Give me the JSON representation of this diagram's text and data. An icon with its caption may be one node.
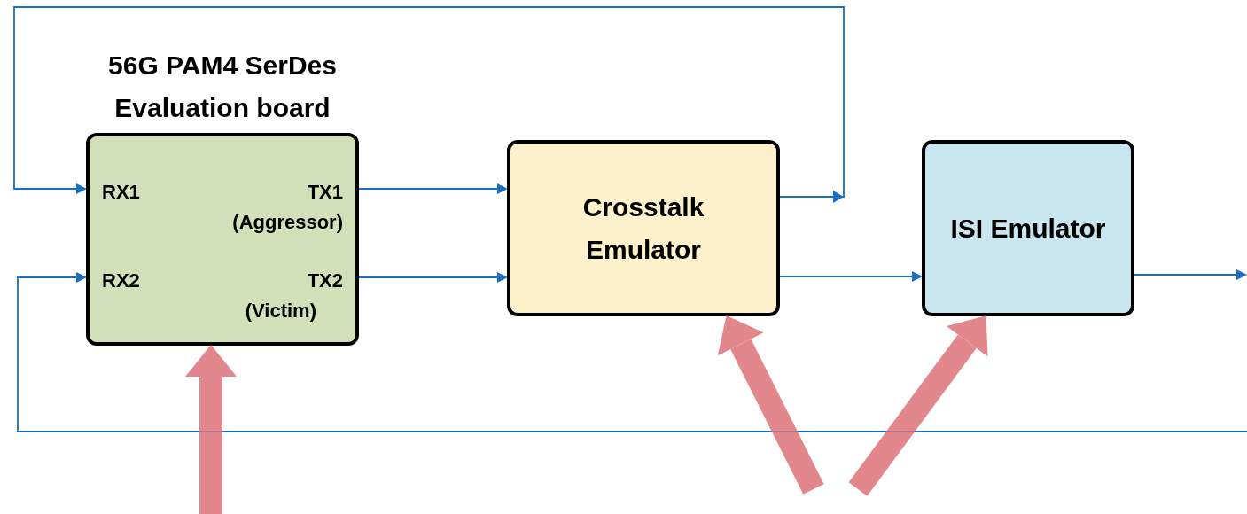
{
  "diagram": {
    "nodes": [
      {
        "text": [
          "56G PAM4 SerDes Evaluation board"
        ]
      },
      {
        "text": [
          "RX1"
        ],
        "in": 0
      },
      {
        "text": [
          "TX1",
          "(Aggressor)"
        ],
        "in": 0
      },
      {
        "text": [
          "RX2"
        ],
        "in": 0
      },
      {
        "text": [
          "TX2",
          "(Victim)"
        ],
        "in": 0
      },
      {
        "text": [
          "Crosstalk Emulator"
        ]
      },
      {
        "text": [
          "ISI Emulator"
        ]
      }
    ],
    "edges": [
      {
        "from": 2,
        "to": 5,
        "arrow": "to"
      },
      {
        "from": 4,
        "to": 5,
        "arrow": "to"
      },
      {
        "from": 5,
        "to": 1,
        "arrow": "to"
      },
      {
        "from": 5,
        "to": 6,
        "arrow": "to"
      },
      {
        "from": 6,
        "to": null,
        "arrow": "to"
      },
      {
        "from": null,
        "to": 3,
        "arrow": "to"
      },
      {
        "from": null,
        "to": 0,
        "arrow": "to",
        "style": "thick",
        "color": "#de7478"
      },
      {
        "from": null,
        "to": 5,
        "arrow": "to",
        "style": "thick",
        "color": "#de7478"
      },
      {
        "from": null,
        "to": 6,
        "arrow": "to",
        "style": "thick",
        "color": "#de7478"
      }
    ]
  }
}
